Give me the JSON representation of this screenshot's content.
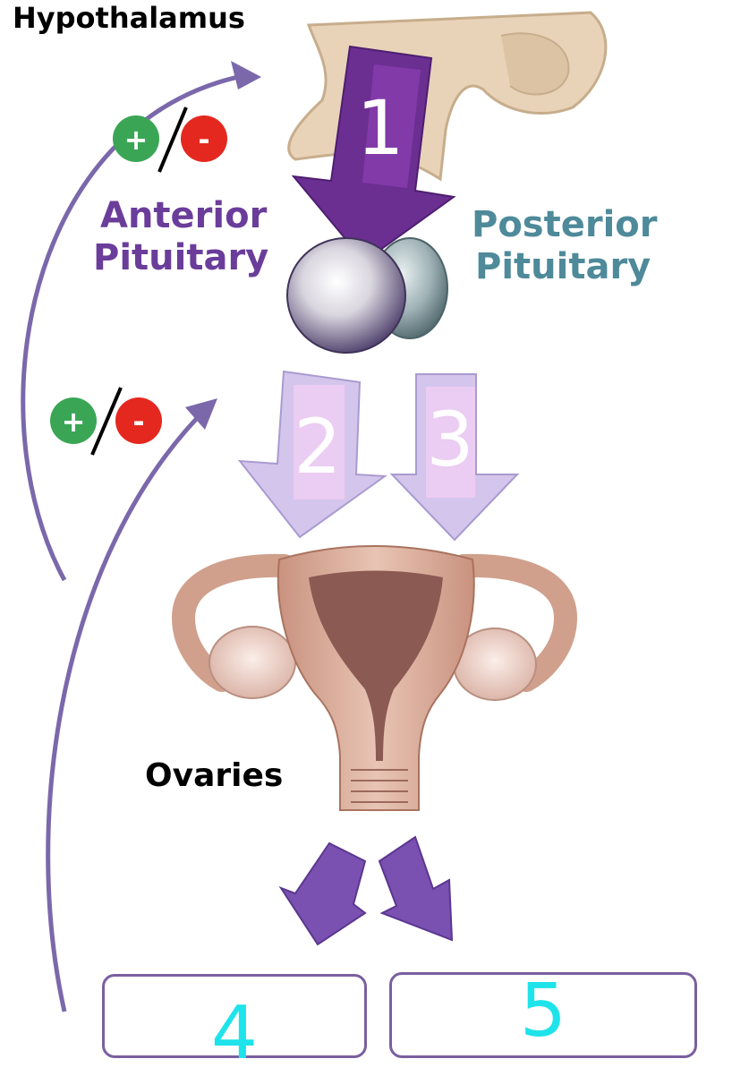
{
  "labels": {
    "hypothalamus": "Hypothalamus",
    "anterior_line1": "Anterior",
    "anterior_line2": "Pituitary",
    "posterior_line1": "Posterior",
    "posterior_line2": "Pituitary",
    "ovaries": "Ovaries"
  },
  "arrows": {
    "hypothalamus_to_pituitary": "1",
    "anterior_to_ovaries": "2",
    "posterior_to_ovaries": "3"
  },
  "feedback": {
    "plus": "+",
    "minus": "-"
  },
  "answer_boxes": [
    "4",
    "5"
  ],
  "colors": {
    "anterior": "#6a3d9a",
    "posterior": "#4e8a9a",
    "feedback_line": "#7b68ab",
    "plus_badge": "#3aa655",
    "minus_badge": "#e5281f",
    "answer_digit": "#1ee3ea",
    "box_border": "#7a5f9f"
  }
}
